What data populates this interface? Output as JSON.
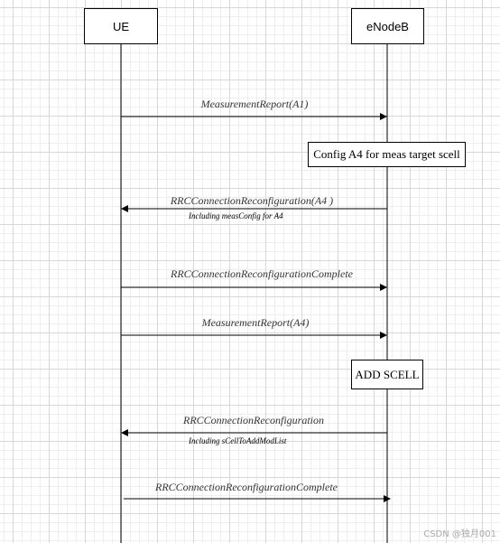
{
  "participants": {
    "ue": {
      "label": "UE"
    },
    "enb": {
      "label": "eNodeB"
    }
  },
  "messages": [
    {
      "id": "m1",
      "label": "MeasurementReport(A1)",
      "sub": "",
      "direction": "ue-to-enb"
    },
    {
      "id": "m2",
      "label": "RRCConnectionReconfiguration(A4 )",
      "sub": "Including measConfig for A4",
      "direction": "enb-to-ue"
    },
    {
      "id": "m3",
      "label": "RRCConnectionReconfigurationComplete",
      "sub": "",
      "direction": "ue-to-enb"
    },
    {
      "id": "m4",
      "label": "MeasurementReport(A4)",
      "sub": "",
      "direction": "ue-to-enb"
    },
    {
      "id": "m5",
      "label": "RRCConnectionReconfiguration",
      "sub": "Including sCellToAddModList",
      "direction": "enb-to-ue"
    },
    {
      "id": "m6",
      "label": "RRCConnectionReconfigurationComplete",
      "sub": "",
      "direction": "ue-to-enb"
    }
  ],
  "notes": {
    "config_a4": "Config A4 for meas target scell",
    "add_scell": "ADD SCELL"
  },
  "watermark": "CSDN @独月001",
  "colors": {
    "line": "#000000",
    "grid_major": "#d7d7d7",
    "grid_minor": "#eeeeee",
    "background": "#ffffff",
    "label_text": "#333333"
  }
}
